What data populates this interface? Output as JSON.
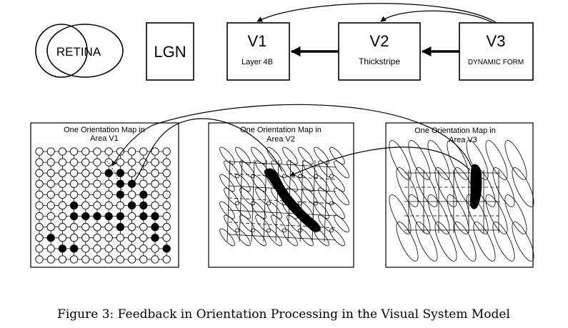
{
  "top_row": {
    "retina": "RETINA",
    "lgn": "LGN",
    "v1": {
      "title": "V1",
      "subtitle": "Layer 4B"
    },
    "v2": {
      "title": "V2",
      "subtitle": "Thickstripe"
    },
    "v3": {
      "title": "V3",
      "subtitle": "DYNAMIC FORM"
    }
  },
  "panels": {
    "v1": {
      "line1": "One Orientation Map in",
      "line2": "Area V1"
    },
    "v2": {
      "line1": "One Orientation Map in",
      "line2": "Area V2"
    },
    "v3": {
      "line1": "One Orientation Map in",
      "line2": "Area V3"
    }
  },
  "v1_filled_cells": [
    [
      2,
      6
    ],
    [
      2,
      7
    ],
    [
      3,
      7
    ],
    [
      3,
      8
    ],
    [
      4,
      7
    ],
    [
      4,
      9
    ],
    [
      5,
      3
    ],
    [
      5,
      8
    ],
    [
      5,
      9
    ],
    [
      6,
      3
    ],
    [
      6,
      4
    ],
    [
      6,
      5
    ],
    [
      6,
      6
    ],
    [
      6,
      7
    ],
    [
      6,
      9
    ],
    [
      6,
      10
    ],
    [
      7,
      7
    ],
    [
      7,
      10
    ],
    [
      8,
      1
    ],
    [
      8,
      10
    ],
    [
      9,
      2
    ],
    [
      9,
      3
    ],
    [
      9,
      11
    ]
  ],
  "caption": "Figure 3: Feedback in Orientation Processing in the Visual System Model",
  "colors": {
    "ink": "#000000",
    "paper": "#ffffff"
  }
}
